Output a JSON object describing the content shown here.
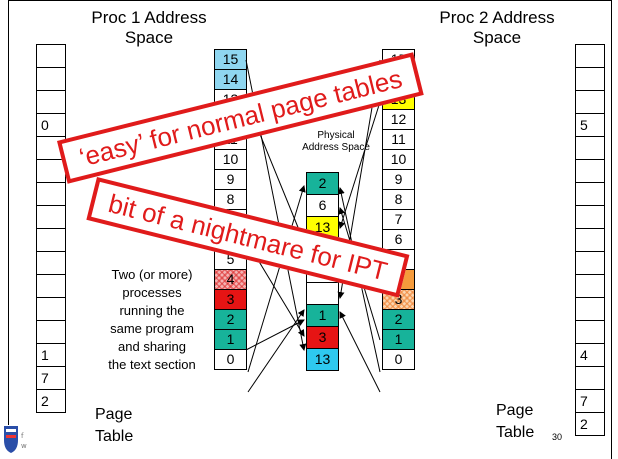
{
  "proc1": {
    "title_line1": "Proc 1 Address",
    "title_line2": "Space"
  },
  "proc2": {
    "title_line1": "Proc 2 Address",
    "title_line2": "Space"
  },
  "physical": {
    "title_line1": "Physical",
    "title_line2": "Address Space"
  },
  "left_page_table": [
    "",
    "",
    "",
    "0",
    "",
    "",
    "",
    "",
    "",
    "",
    "",
    "",
    "",
    "1",
    "7",
    "2"
  ],
  "right_page_table": [
    "",
    "",
    "",
    "5",
    "",
    "",
    "",
    "",
    "",
    "",
    "",
    "",
    "",
    "4",
    "",
    "7",
    "2"
  ],
  "proc1_cells": [
    {
      "label": "15",
      "style": "lblue"
    },
    {
      "label": "14",
      "style": "lblue"
    },
    {
      "label": "13",
      "style": "white"
    },
    {
      "label": "12",
      "style": "white"
    },
    {
      "label": "11",
      "style": "white"
    },
    {
      "label": "10",
      "style": "white"
    },
    {
      "label": "9",
      "style": "white"
    },
    {
      "label": "8",
      "style": "white"
    },
    {
      "label": "7",
      "style": "white"
    },
    {
      "label": "6",
      "style": "white"
    },
    {
      "label": "5",
      "style": "white"
    },
    {
      "label": "4",
      "style": "hatch-red"
    },
    {
      "label": "3",
      "style": "red"
    },
    {
      "label": "2",
      "style": "green"
    },
    {
      "label": "1",
      "style": "green"
    },
    {
      "label": "0",
      "style": "white"
    }
  ],
  "proc2_cells": [
    {
      "label": "15",
      "style": "white"
    },
    {
      "label": "14",
      "style": "white"
    },
    {
      "label": "13",
      "style": "yellow"
    },
    {
      "label": "12",
      "style": "white"
    },
    {
      "label": "11",
      "style": "white"
    },
    {
      "label": "10",
      "style": "white"
    },
    {
      "label": "9",
      "style": "white"
    },
    {
      "label": "8",
      "style": "white"
    },
    {
      "label": "7",
      "style": "white"
    },
    {
      "label": "6",
      "style": "white"
    },
    {
      "label": "5",
      "style": "white"
    },
    {
      "label": "4",
      "style": "orange"
    },
    {
      "label": "3",
      "style": "hatch-orange"
    },
    {
      "label": "2",
      "style": "green"
    },
    {
      "label": "1",
      "style": "green"
    },
    {
      "label": "0",
      "style": "white"
    }
  ],
  "physical_cells": [
    {
      "label": "2",
      "style": "green"
    },
    {
      "label": "6",
      "style": "white"
    },
    {
      "label": "13",
      "style": "yellow"
    },
    {
      "label": "",
      "style": "white"
    },
    {
      "label": "",
      "style": "white"
    },
    {
      "label": "",
      "style": "white"
    },
    {
      "label": "1",
      "style": "green"
    },
    {
      "label": "3",
      "style": "red"
    },
    {
      "label": "13",
      "style": "cyan"
    }
  ],
  "note": [
    "Two (or more)",
    "processes",
    "running the",
    "same program",
    "and sharing",
    "the text section"
  ],
  "page_table_label_left": [
    "Page",
    "Table"
  ],
  "page_table_label_right": [
    "Page",
    "Table"
  ],
  "banner_top": "‘easy’ for normal page tables",
  "banner_bottom": "bit of a nightmare for IPT",
  "slide_number": "30",
  "colors": {
    "green": "#17b39a",
    "red": "#e61414",
    "yellow": "#ffff00",
    "orange": "#f59b3c",
    "cyan": "#2ec9ef",
    "banner": "#e01b1b"
  }
}
